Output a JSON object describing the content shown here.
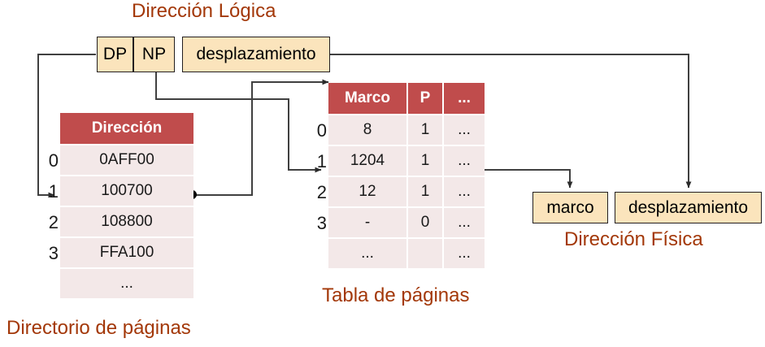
{
  "titles": {
    "logical_address": "Dirección Lógica",
    "page_directory": "Directorio de páginas",
    "page_table": "Tabla de páginas",
    "physical_address": "Dirección Física"
  },
  "logical_address": {
    "fields": [
      {
        "name": "dp",
        "label": "DP"
      },
      {
        "name": "np",
        "label": "NP"
      },
      {
        "name": "offset",
        "label": "desplazamiento"
      }
    ]
  },
  "page_directory": {
    "headers": [
      "Dirección"
    ],
    "row_indices": [
      "0",
      "1",
      "2",
      "3",
      ""
    ],
    "rows": [
      [
        "0AFF00"
      ],
      [
        "100700"
      ],
      [
        "108800"
      ],
      [
        "FFA100"
      ],
      [
        "..."
      ]
    ]
  },
  "page_table": {
    "headers": [
      "Marco",
      "P",
      "..."
    ],
    "row_indices": [
      "0",
      "1",
      "2",
      "3",
      ""
    ],
    "rows": [
      [
        "8",
        "1",
        "..."
      ],
      [
        "1204",
        "1",
        "..."
      ],
      [
        "12",
        "1",
        "..."
      ],
      [
        "-",
        "0",
        "..."
      ],
      [
        "...",
        "",
        "..."
      ]
    ]
  },
  "physical_address": {
    "fields": [
      {
        "name": "frame",
        "label": "marco"
      },
      {
        "name": "offset",
        "label": "desplazamiento"
      }
    ]
  },
  "colors": {
    "title": "#A33809",
    "table_header": "#C04C4C",
    "table_row": "#F3E8E8",
    "box_fill": "#FBE4BC",
    "wire": "#404040"
  }
}
